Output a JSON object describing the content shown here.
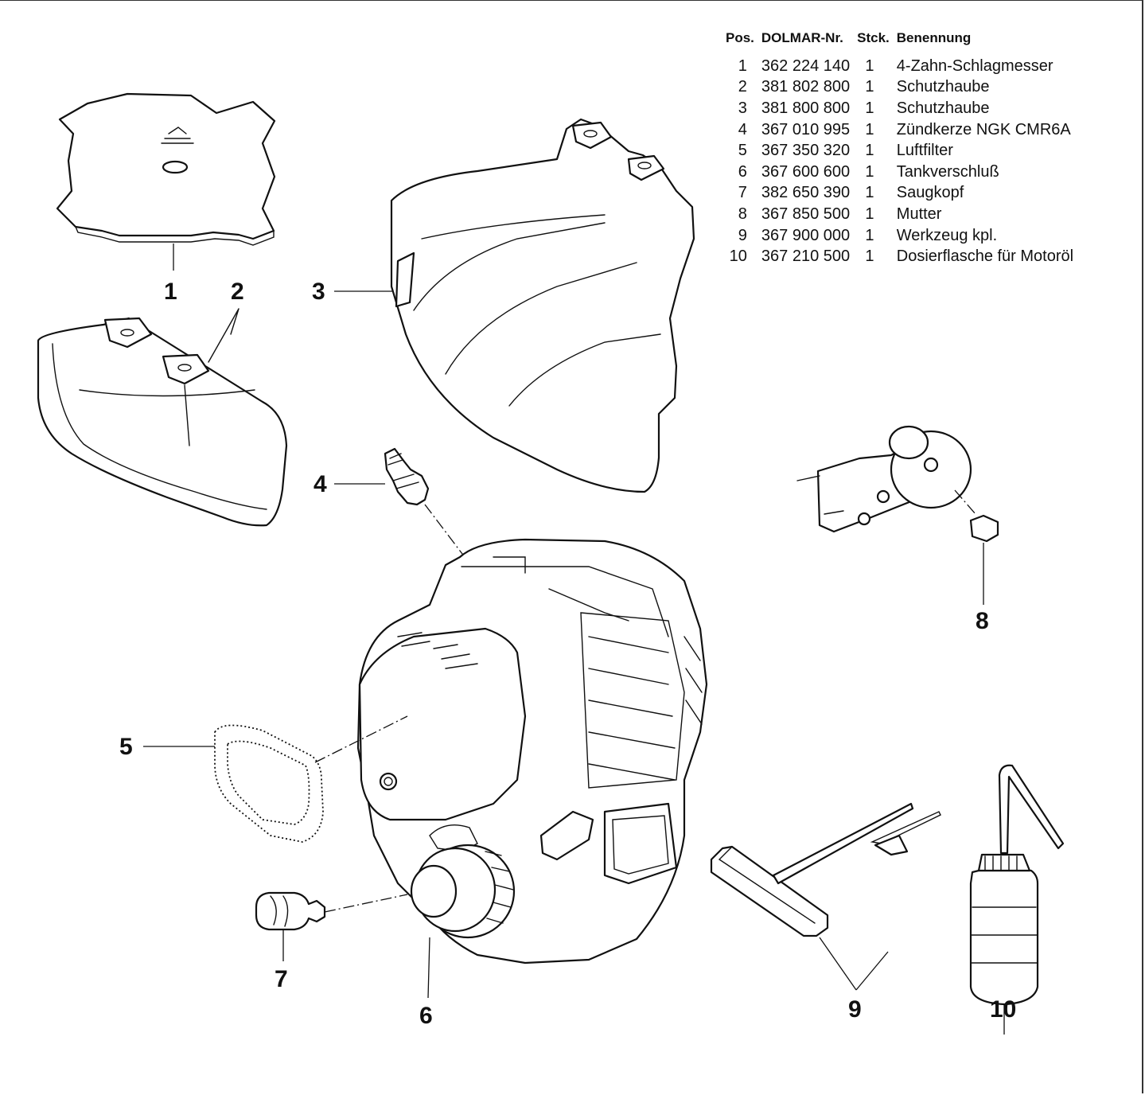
{
  "table": {
    "headers": {
      "pos": "Pos.",
      "part_no": "DOLMAR-Nr.",
      "qty": "Stck.",
      "name": "Benennung"
    },
    "rows": [
      {
        "pos": "1",
        "part_no": "362 224 140",
        "qty": "1",
        "name": "4-Zahn-Schlagmesser"
      },
      {
        "pos": "2",
        "part_no": "381 802 800",
        "qty": "1",
        "name": "Schutzhaube"
      },
      {
        "pos": "3",
        "part_no": "381 800 800",
        "qty": "1",
        "name": "Schutzhaube"
      },
      {
        "pos": "4",
        "part_no": "367 010 995",
        "qty": "1",
        "name": "Zündkerze NGK CMR6A"
      },
      {
        "pos": "5",
        "part_no": "367 350 320",
        "qty": "1",
        "name": "Luftfilter"
      },
      {
        "pos": "6",
        "part_no": "367 600 600",
        "qty": "1",
        "name": "Tankverschluß"
      },
      {
        "pos": "7",
        "part_no": "382 650 390",
        "qty": "1",
        "name": "Saugkopf"
      },
      {
        "pos": "8",
        "part_no": "367 850 500",
        "qty": "1",
        "name": "Mutter"
      },
      {
        "pos": "9",
        "part_no": "367 900 000",
        "qty": "1",
        "name": "Werkzeug kpl."
      },
      {
        "pos": "10",
        "part_no": "367 210 500",
        "qty": "1",
        "name": "Dosierflasche für Motoröl"
      }
    ]
  },
  "callouts": {
    "c1": "1",
    "c2": "2",
    "c3": "3",
    "c4": "4",
    "c5": "5",
    "c6": "6",
    "c7": "7",
    "c8": "8",
    "c9": "9",
    "c10": "10"
  }
}
